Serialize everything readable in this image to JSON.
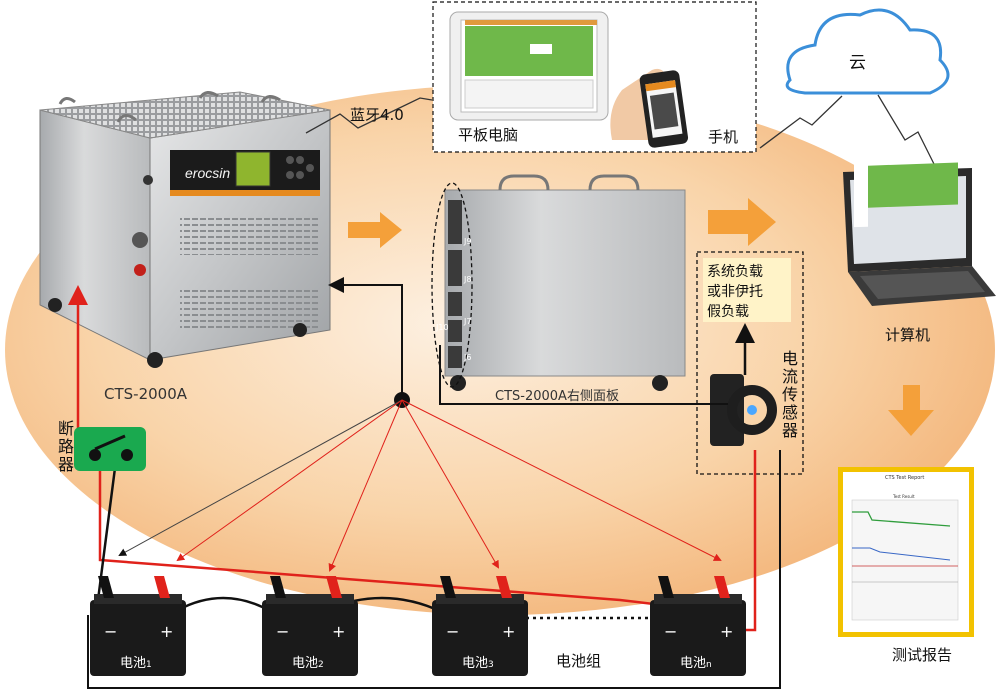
{
  "labels": {
    "bluetooth": "蓝牙4.0",
    "tablet": "平板电脑",
    "phone": "手机",
    "cloud": "云",
    "computer": "计算机",
    "main_unit": "CTS-2000A",
    "right_panel": "CTS-2000A右侧面板",
    "load": [
      "系统负载",
      "或非伊托",
      "假负载"
    ],
    "current_sensor": "电流传感器",
    "breaker": "断路器",
    "battery_group": "电池组",
    "report": "测试报告",
    "report_title": "CTS  Test Report",
    "report_subtitle": "Test Result",
    "brand": "rocsin",
    "batteries": [
      {
        "name": "电池",
        "index": "1"
      },
      {
        "name": "电池",
        "index": "2"
      },
      {
        "name": "电池",
        "index": "3"
      },
      {
        "name": "电池",
        "index": "n"
      }
    ],
    "panel_ports": [
      "J9",
      "J8",
      "J10",
      "J7",
      "J6"
    ],
    "minus": "−",
    "plus": "+"
  },
  "colors": {
    "background_ellipse": "#f7c48e",
    "arrow": "#f4a03a",
    "wire_red": "#e0221b",
    "wire_black": "#111111",
    "cloud_stroke": "#3b8fd9",
    "breaker": "#1aa94f",
    "report_border": "#f2c200"
  }
}
